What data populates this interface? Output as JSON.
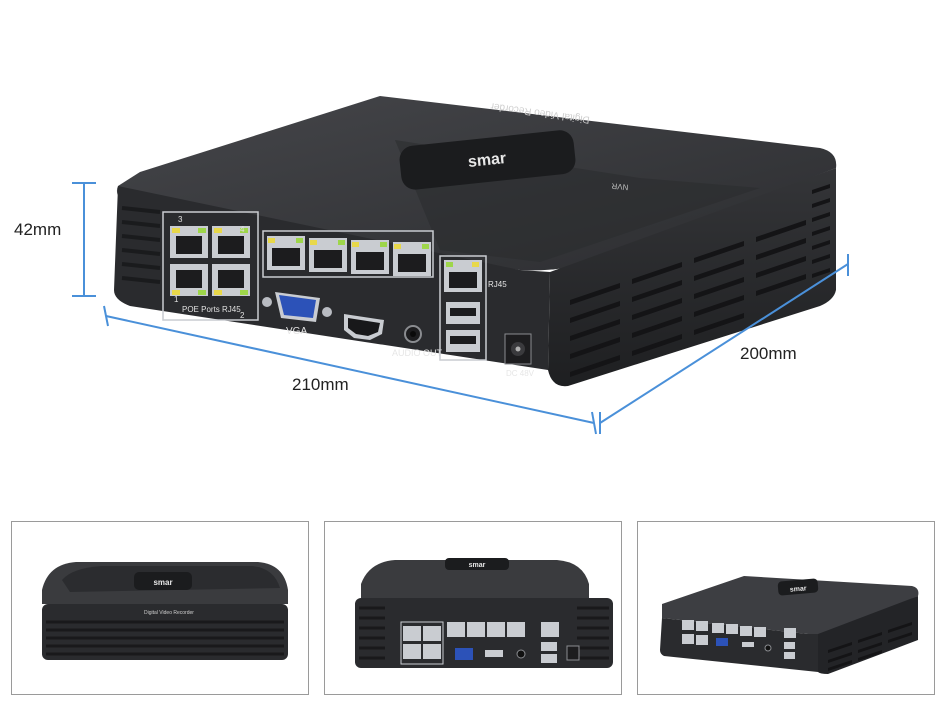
{
  "dimensions": {
    "height": "42mm",
    "width": "210mm",
    "depth": "200mm"
  },
  "device": {
    "brand": "smar",
    "top_label": "Digital Video Recorder",
    "side_label": "NVR",
    "poe_numbers": [
      "3",
      "4",
      "1",
      "2"
    ],
    "poe_ports_label": "POE Ports RJ45",
    "vga_label": "VGA",
    "audio_label": "AUDIO OUT",
    "rj45_label": "RJ45",
    "dc_label": "DC 48V"
  },
  "thumbnails": [
    {
      "view": "front",
      "brand": "smar",
      "label": "Digital Video Recorder"
    },
    {
      "view": "rear",
      "brand": "smar"
    },
    {
      "view": "angled",
      "brand": "smar"
    }
  ],
  "colors": {
    "dimension_line": "#4a90d9",
    "device_body": "#2f3033",
    "device_top": "#3a3b3e",
    "port_frame": "#c9ccd1",
    "led_green": "#9ed64a",
    "led_yellow": "#e8d84a",
    "vga_blue": "#2c52b8"
  }
}
